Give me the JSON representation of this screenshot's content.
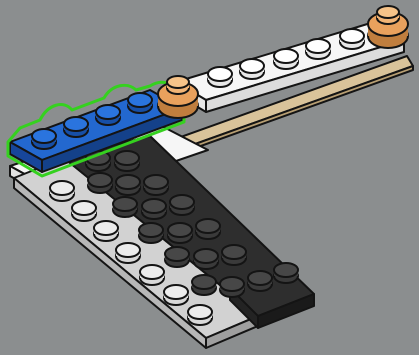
{
  "viewport": {
    "background": "#8b8e8f"
  },
  "palette": {
    "black_brick": "#2b2b2b",
    "black_brick_side": "#1a1a1a",
    "light_gray_brick": "#cfcfcf",
    "light_gray_side": "#a9a9a9",
    "white_brick": "#f6f6f6",
    "white_side": "#dcdcdc",
    "tan_brick": "#d9c39a",
    "tan_side": "#b89f73",
    "blue_brick": "#1f5fc4",
    "blue_side": "#14418a",
    "orange_knob": "#e9a15d",
    "selection_outline": "#35d11f"
  },
  "parts": [
    {
      "name": "blue-plate-1x4",
      "color": "blue",
      "selected": true,
      "studs": 4
    },
    {
      "name": "white-plate-1x6",
      "color": "white",
      "selected": false,
      "studs": 6
    },
    {
      "name": "tan-plate-1x8",
      "color": "tan",
      "selected": false,
      "studs": 0
    },
    {
      "name": "white-plate-corner",
      "color": "white",
      "selected": false,
      "studs": 0
    },
    {
      "name": "light-gray-plate-2x8",
      "color": "light-gray",
      "selected": false,
      "studs": 8
    },
    {
      "name": "black-plate-4x8",
      "color": "black",
      "selected": false,
      "studs": 24
    },
    {
      "name": "orange-round-knob",
      "color": "orange",
      "selected": false,
      "studs": 2
    }
  ]
}
